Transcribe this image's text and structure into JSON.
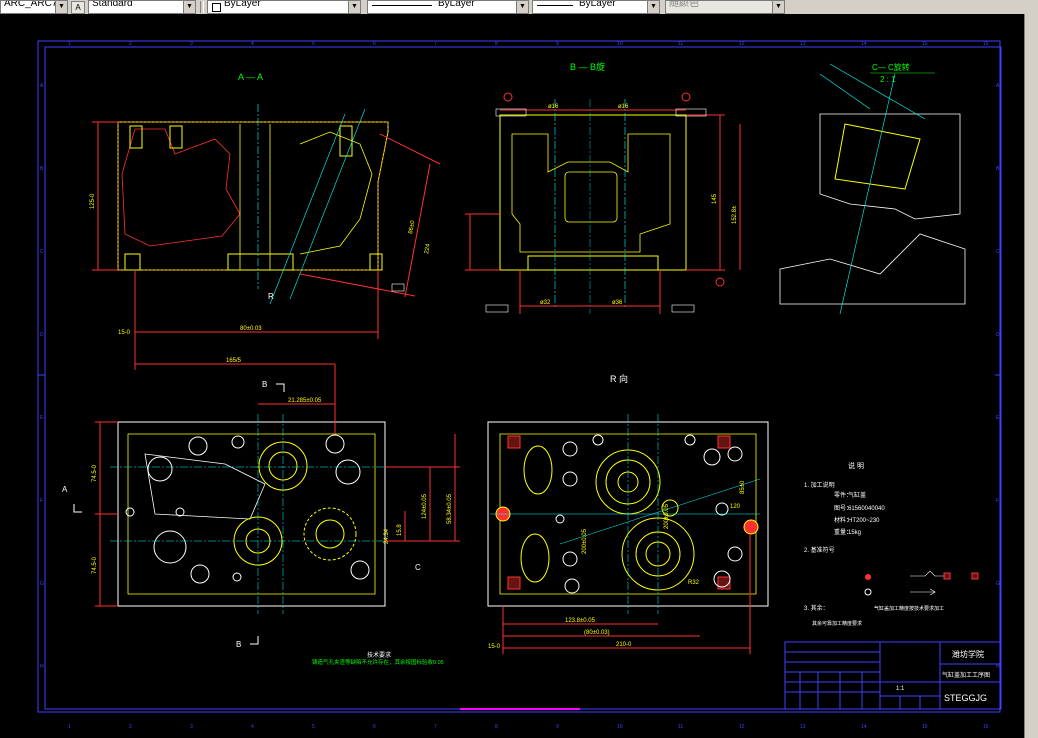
{
  "toolbar": {
    "dimstyle": "ARC_ARC7",
    "textstyle": "Standard",
    "layer": "ByLayer",
    "linetype": "ByLayer",
    "lineweight": "ByLayer",
    "color": "随颜色"
  },
  "drawing": {
    "view_aa": "A — A",
    "view_bb": "B — B旋",
    "view_cc": "C— C旋转",
    "view_cc_scale": "2 : 1",
    "view_r": "R 向",
    "label_a": "A",
    "label_b_top": "B",
    "label_b_bottom": "B",
    "label_c": "C",
    "label_r": "R",
    "dims": {
      "d_80": "80±0.03",
      "d_165": "165/5",
      "d_15": "15-0",
      "d_125": "125-0",
      "d_86": "86±0",
      "d_224": "224",
      "d_21": "21.285±0.05",
      "d_1247": "124±0.05",
      "d_5834": "58.34±0.05",
      "d_158": "15.8",
      "d_2434": "24.34",
      "d_745a": "74.5-0",
      "d_745b": "74.5-0",
      "d_16a": "ø16",
      "d_16b": "ø16",
      "d_32a": "ø32",
      "d_36b": "ø36",
      "d_145": "145",
      "d_1528": "152.8±",
      "d_1238": "123.8±0.05",
      "d_80b": "(80±0.03)",
      "d_210": "210-0",
      "d_15b": "15-0",
      "d_2001": "200±0.05",
      "d_2001b": "200±0.05",
      "d_r32": "R32",
      "d_85": "85±0",
      "d_120": "120"
    },
    "tech_title": "技术要求",
    "tech_note": "铸造气孔夹渣等缺陷不允许存在，其余按国标验收0.05",
    "notes": {
      "title": "说 明",
      "item1": "1. 加工说明",
      "mat_label1": "零件：",
      "mat_val1": "气缸盖",
      "mat_label2": "图号：",
      "mat_val2": "61560040040",
      "mat_label3": "材料：",
      "mat_val3": "HT200~230",
      "mat_label4": "重量：",
      "mat_val4": "15kg",
      "item2": "2. 基准符号",
      "item3": "3. 其余：",
      "item3_text": "气缸盖加工精度按技术要求加工",
      "item4": "其余可靠加工精度要求"
    },
    "titleblock": {
      "school": "潍坊学院",
      "name": "气缸盖加工工序图",
      "code": "STEGGJG",
      "scale_cell": "1:1"
    },
    "grid_top": [
      "1",
      "2",
      "3",
      "4",
      "5",
      "6",
      "7",
      "8",
      "9",
      "10",
      "11",
      "12",
      "13",
      "14",
      "15",
      "16"
    ],
    "grid_side": [
      "A",
      "B",
      "C",
      "D",
      "E",
      "F",
      "G",
      "H"
    ]
  }
}
